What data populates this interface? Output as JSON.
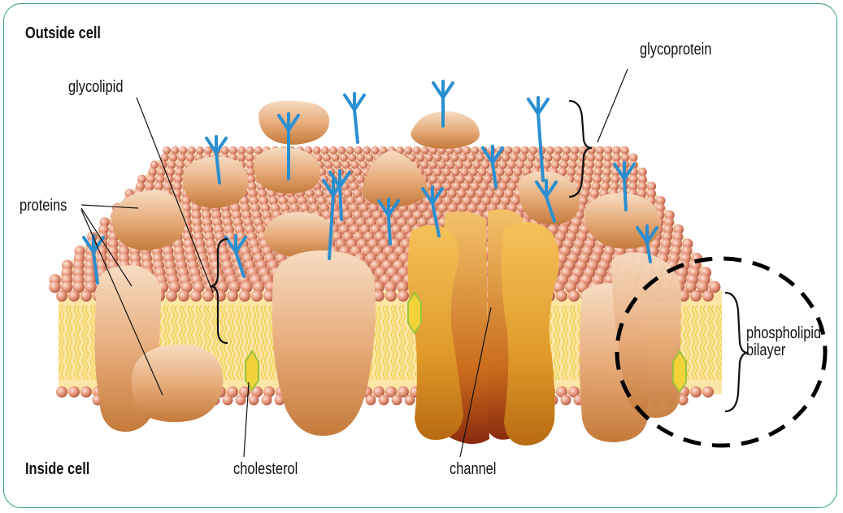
{
  "labels": {
    "outside_cell": "Outside cell",
    "inside_cell": "Inside cell",
    "glycolipid": "glycolipid",
    "glycoprotein": "glycoprotein",
    "proteins": "proteins",
    "phospholipid_line1": "phospholipid",
    "phospholipid_line2": "bilayer",
    "cholesterol": "cholesterol",
    "channel": "channel"
  },
  "colors": {
    "frame_border": "#2e9e78",
    "lipid_head": "#e99a7f",
    "lipid_tail": "#f6e27a",
    "membrane_band": "#fbe6a6",
    "protein": "#e7ad7c",
    "channel": "#e6a83a",
    "carbohydrate": "#2a8fd0",
    "cholesterol": "#f2d23a",
    "highlight": "#000000"
  }
}
